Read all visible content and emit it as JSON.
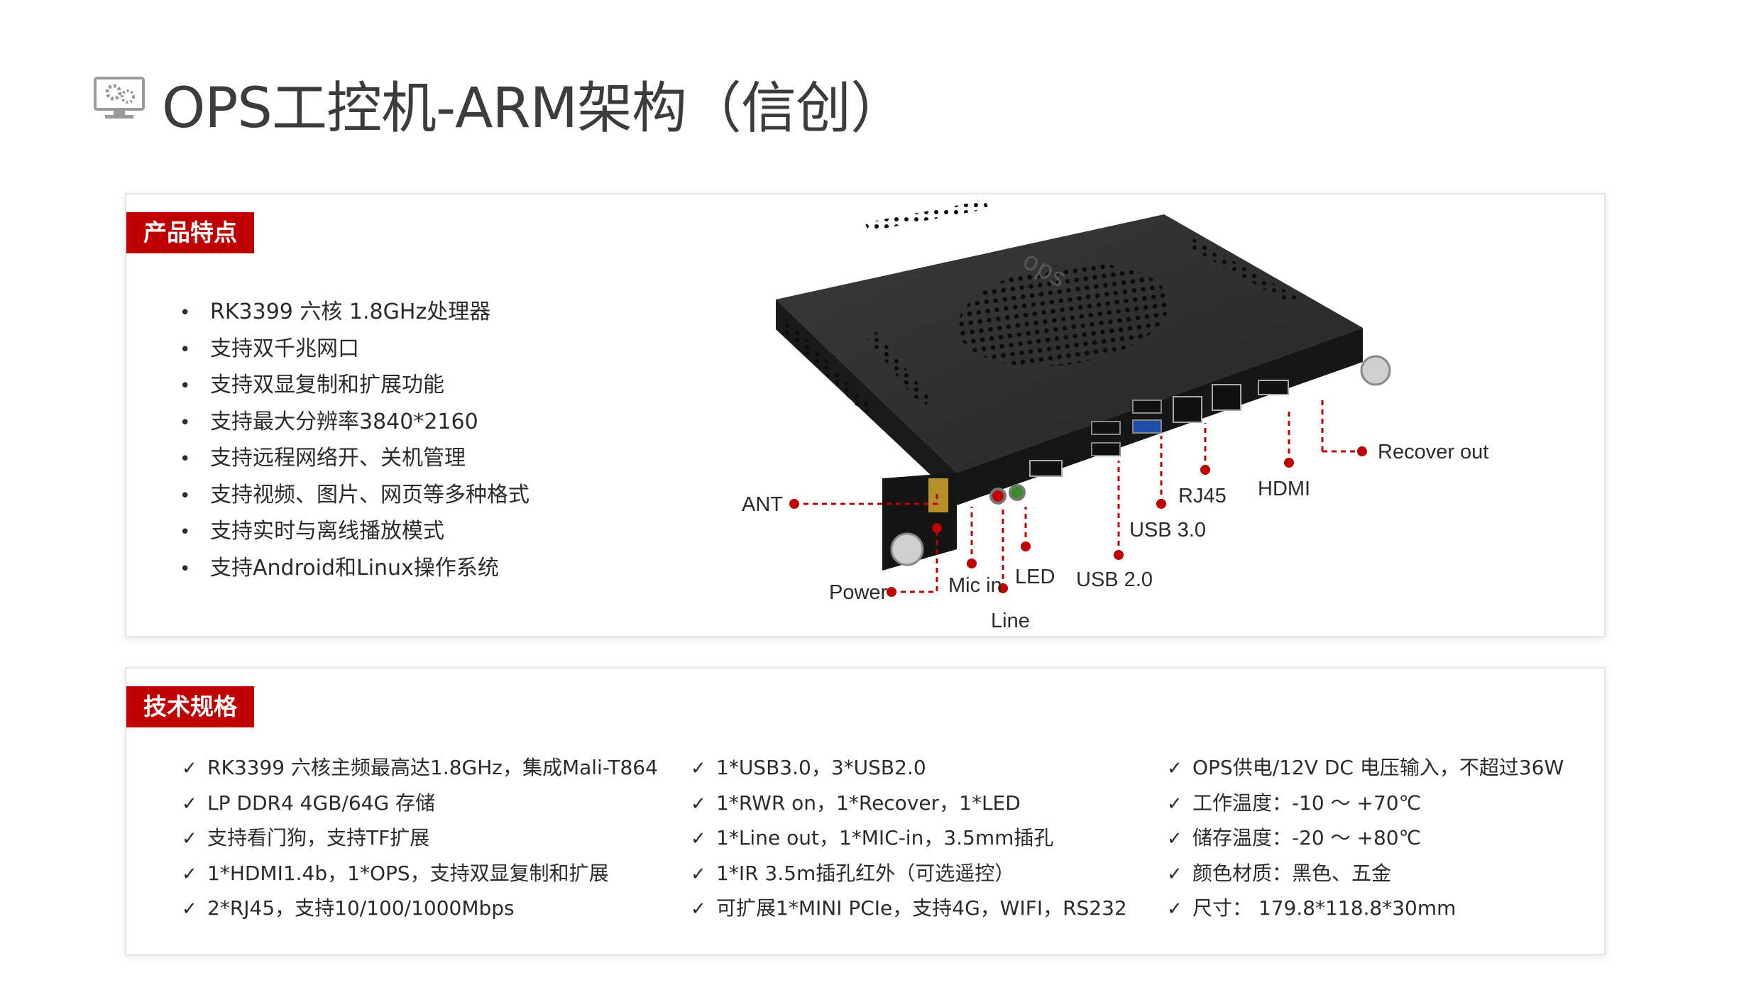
{
  "header": {
    "title": "OPS工控机-ARM架构（信创）",
    "icon": "monitor-gear-icon"
  },
  "features": {
    "badge": "产品特点",
    "items": [
      "RK3399 六核 1.8GHz处理器",
      "支持双千兆网口",
      "支持双显复制和扩展功能",
      "支持最大分辨率3840*2160",
      "支持远程网络开、关机管理",
      "支持视频、图片、网页等多种格式",
      "支持实时与离线播放模式",
      "支持Android和Linux操作系统"
    ]
  },
  "device": {
    "labels": {
      "ant": "ANT",
      "power": "Power",
      "mic": "Mic in",
      "line": "Line",
      "led": "LED",
      "usb2": "USB 2.0",
      "usb3": "USB 3.0",
      "rj45": "RJ45",
      "hdmi": "HDMI",
      "recover": "Recover out"
    }
  },
  "specs": {
    "badge": "技术规格",
    "columns": [
      [
        "RK3399 六核主频最高达1.8GHz，集成Mali-T864",
        "LP DDR4 4GB/64G 存储",
        "支持看门狗，支持TF扩展",
        "1*HDMI1.4b，1*OPS，支持双显复制和扩展",
        "2*RJ45，支持10/100/1000Mbps"
      ],
      [
        "1*USB3.0，3*USB2.0",
        "1*RWR on，1*Recover，1*LED",
        "1*Line out，1*MIC-in，3.5mm插孔",
        "1*IR 3.5m插孔红外（可选遥控）",
        "可扩展1*MINI PCIe，支持4G，WIFI，RS232"
      ],
      [
        "OPS供电/12V DC 电压输入，不超过36W",
        "工作温度：-10 ～ +70℃",
        "储存温度：-20 ～ +80℃",
        "颜色材质：黑色、五金",
        "尺寸： 179.8*118.8*30mm"
      ]
    ]
  },
  "colors": {
    "accent": "#c00000",
    "title": "#3c3c3c",
    "text": "#2b2b2b",
    "device": "#1c1c1c"
  }
}
